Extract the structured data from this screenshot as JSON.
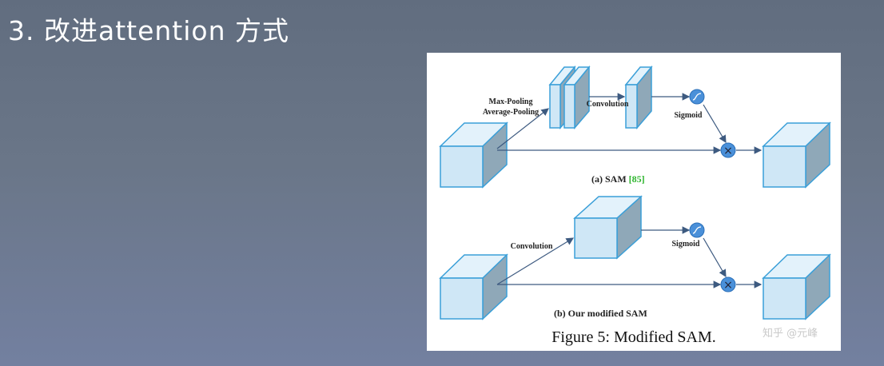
{
  "slide": {
    "title": "3. 改进attention 方式"
  },
  "figure": {
    "caption": "Figure 5: Modified SAM.",
    "watermark": "知乎 @元峰",
    "panel_a": {
      "pool_label_1": "Max-Pooling",
      "pool_label_2": "Average-Pooling",
      "conv_label": "Convolution",
      "sigmoid_label": "Sigmoid",
      "title": "(a) SAM ",
      "ref": "[85]",
      "multiply_symbol": "×"
    },
    "panel_b": {
      "conv_label": "Convolution",
      "sigmoid_label": "Sigmoid",
      "title": "(b) Our modified SAM",
      "multiply_symbol": "×"
    },
    "colors": {
      "cube_front": "#cfe7f6",
      "cube_top": "#e3f2fb",
      "cube_side": "#8fa8b8",
      "cube_edge": "#3a9fd8",
      "arrow": "#3d5a80",
      "node_fill": "#4a90d9",
      "ref_color": "#2fb52f"
    }
  }
}
